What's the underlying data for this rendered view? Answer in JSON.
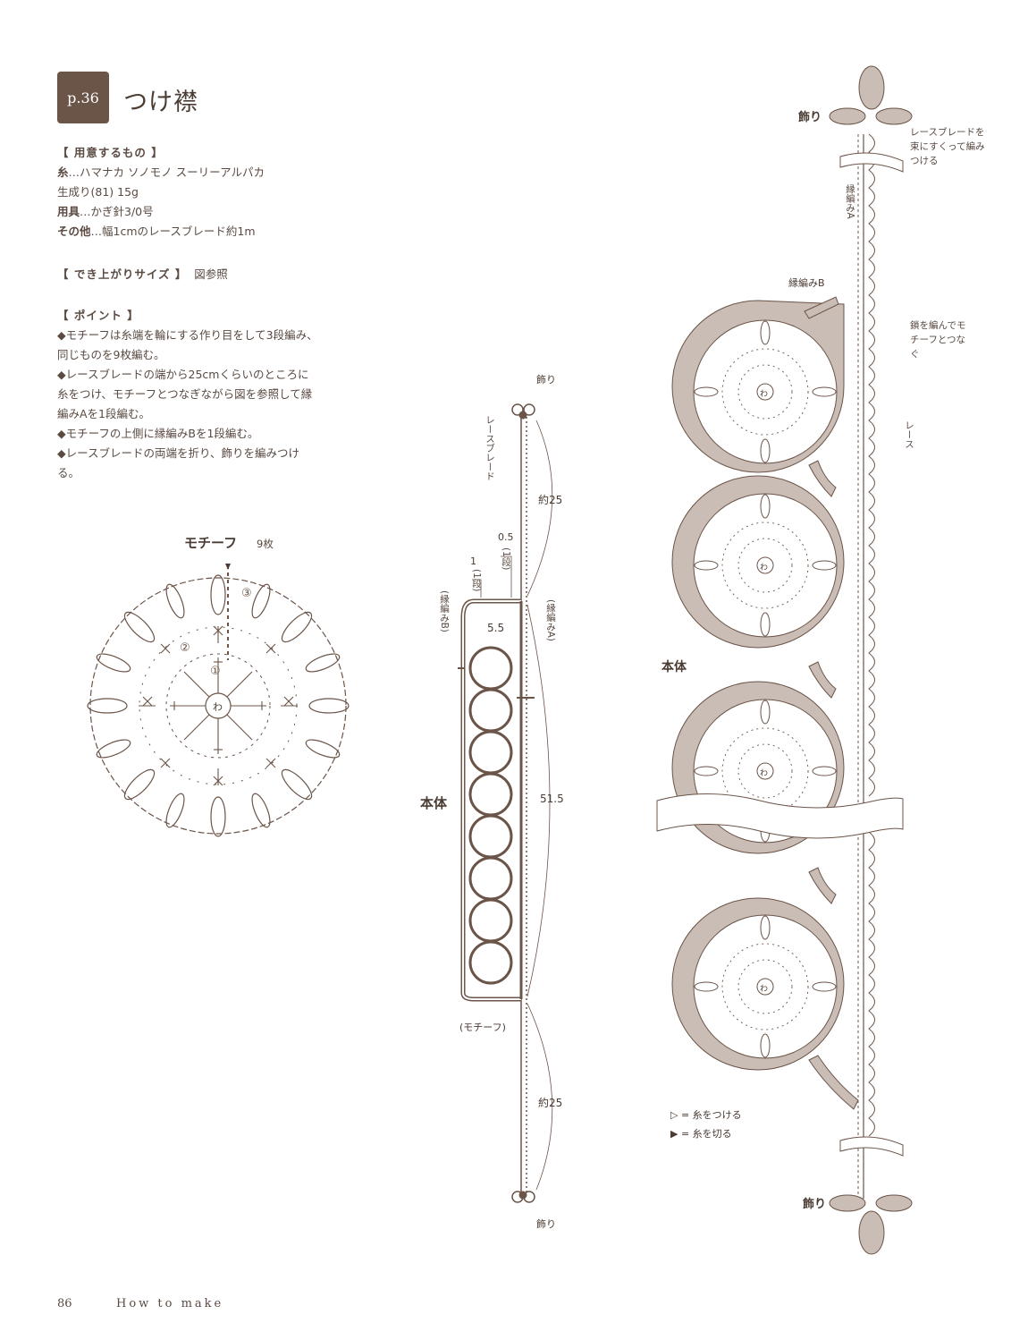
{
  "header": {
    "page_ref": "p.36",
    "title": "つけ襟"
  },
  "materials": {
    "heading": "【 用意するもの 】",
    "yarn_label": "糸",
    "yarn_value": "…ハマナカ ソノモノ スーリーアルパカ",
    "yarn_color": "生成り(81) 15g",
    "tool_label": "用具",
    "tool_value": "…かぎ針3/0号",
    "other_label": "その他",
    "other_value": "…幅1cmのレースブレード約1m"
  },
  "size": {
    "heading": "【 でき上がりサイズ 】",
    "value": "図参照"
  },
  "points": {
    "heading": "【 ポイント 】",
    "items": [
      "◆モチーフは糸端を輪にする作り目をして3段編み、同じものを9枚編む。",
      "◆レースブレードの端から25cmくらいのところに糸をつけ、モチーフとつなぎながら図を参照して縁編みAを1段編む。",
      "◆モチーフの上側に縁編みBを1段編む。",
      "◆レースブレードの両端を折り、飾りを編みつける。"
    ]
  },
  "motif": {
    "title": "モチーフ",
    "count": "9枚",
    "center": "わ",
    "r1": "①",
    "r2": "②",
    "r3": "③"
  },
  "layout_diagram": {
    "decor_top": "飾り",
    "decor_bottom": "飾り",
    "braid": "レースブレード",
    "approx_top": "約25",
    "approx_bottom": "約25",
    "dim_05": "0.5",
    "dim_1": "1",
    "row_1a": "(1段)",
    "row_1b": "(1段)",
    "edge_b": "(縁編みB)",
    "edge_a": "(縁編みA)",
    "dim_55": "5.5",
    "dim_515": "51.5",
    "body": "本体",
    "motif_note": "(モチーフ)"
  },
  "detail_diagram": {
    "decor_top": "飾り",
    "decor_bottom": "飾り",
    "braid_note": "レースブレードを束にすくって編みつける",
    "edge_a": "縁編みA",
    "edge_b": "縁編みB",
    "join_note": "鎖を編んでモチーフとつなぐ",
    "lace": "レース",
    "body": "本体",
    "center": "わ",
    "legend_attach": "▷ = 糸をつける",
    "legend_cut": "▶ = 糸を切る"
  },
  "footer": {
    "page_number": "86",
    "text": "How to make"
  }
}
